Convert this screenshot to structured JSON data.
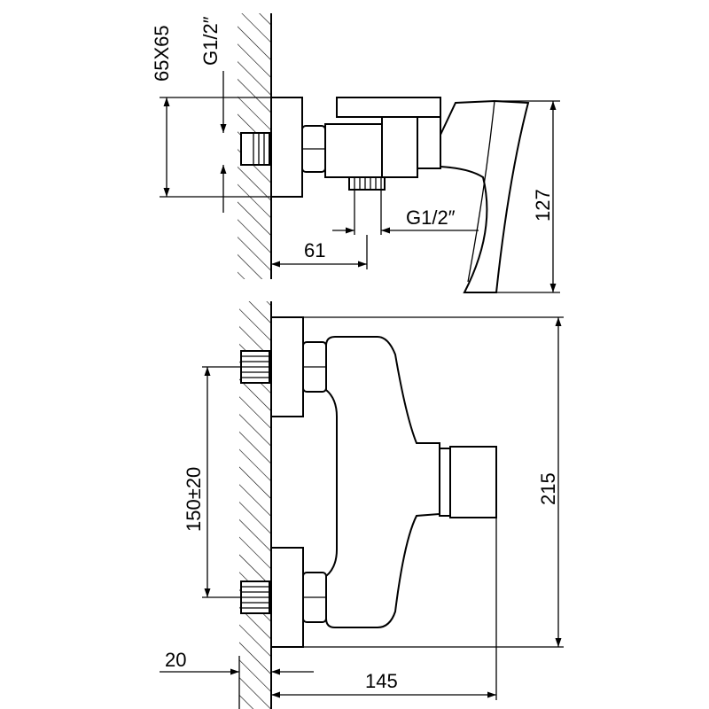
{
  "labels": {
    "plate_size": "65X65",
    "thread_inlet": "G1/2″",
    "thread_outlet": "G1/2″",
    "outlet_offset": "61",
    "side_height": "127",
    "center_distance": "150±20",
    "front_height": "215",
    "wall_offset": "20",
    "depth": "145"
  }
}
